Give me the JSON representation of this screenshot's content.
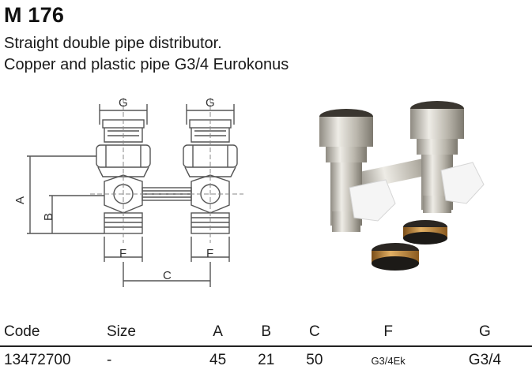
{
  "product": {
    "code_title": "M 176",
    "subtitle_line1": "Straight double pipe distributor.",
    "subtitle_line2": "Copper and plastic pipe G3/4 Eurokonus"
  },
  "drawing": {
    "labels": {
      "A": "A",
      "B": "B",
      "C": "C",
      "F": "F",
      "G": "G"
    }
  },
  "table": {
    "headers": [
      "Code",
      "Size",
      "A",
      "B",
      "C",
      "F",
      "G"
    ],
    "rows": [
      [
        "13472700",
        "-",
        "45",
        "21",
        "50",
        "G3/4Ek",
        "G3/4"
      ]
    ]
  },
  "colors": {
    "line": "#555555",
    "text": "#1a1a1a",
    "chrome": "#c9c6bd",
    "brass": "#c08a3c",
    "cap": "#f4f4f4"
  }
}
